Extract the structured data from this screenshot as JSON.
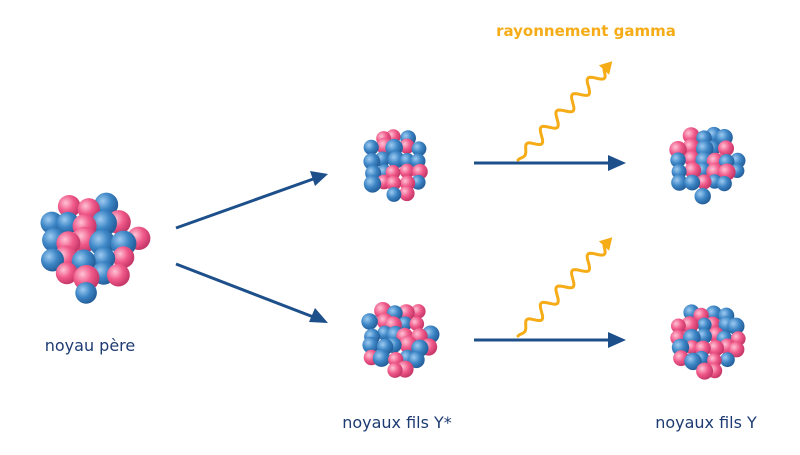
{
  "labels": {
    "parent_nucleus": "noyau père",
    "excited_daughters": "noyaux fils Y*",
    "ground_daughters": "noyaux fils Y",
    "gamma": "rayonnement gamma"
  },
  "colors": {
    "arrow": "#1d4f8a",
    "gamma_wave": "#f5ac17",
    "proton": "#f05a8a",
    "neutron": "#3d86c6",
    "label_text": "#1d3b72"
  },
  "nuclei": [
    {
      "id": "parent",
      "role": "noyau père"
    },
    {
      "id": "daughter-excited-top",
      "role": "noyaux fils Y*"
    },
    {
      "id": "daughter-excited-bottom",
      "role": "noyaux fils Y*"
    },
    {
      "id": "daughter-ground-top",
      "role": "noyaux fils Y"
    },
    {
      "id": "daughter-ground-bottom",
      "role": "noyaux fils Y"
    }
  ]
}
